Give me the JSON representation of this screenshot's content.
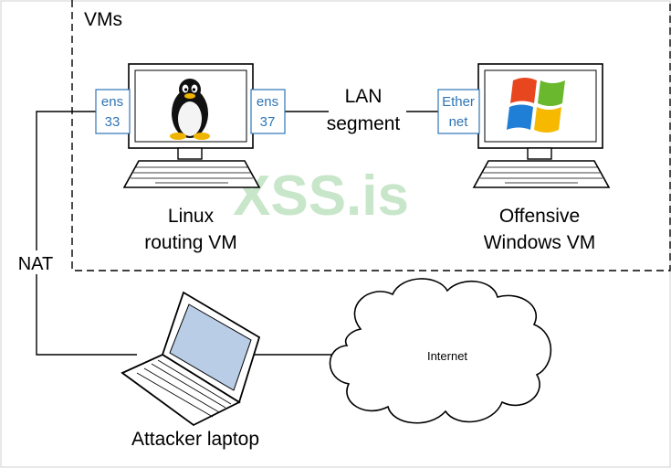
{
  "vms_group_label": "VMs",
  "linux_vm": {
    "label_line1": "Linux",
    "label_line2": "routing VM",
    "nic_left_line1": "ens",
    "nic_left_line2": "33",
    "nic_right_line1": "ens",
    "nic_right_line2": "37",
    "screen_icon": "tux-penguin-icon"
  },
  "windows_vm": {
    "label_line1": "Offensive",
    "label_line2": "Windows VM",
    "nic_line1": "Ether",
    "nic_line2": "net",
    "screen_icon": "windows-logo-icon"
  },
  "lan_label_line1": "LAN",
  "lan_label_line2": "segment",
  "nat_label": "NAT",
  "internet_label": "Internet",
  "attacker_label": "Attacker laptop",
  "watermark": "XSS.is",
  "colors": {
    "nic_border": "#2e75b6",
    "watermark": "#c8e6c9",
    "screen_blue": "#9fb8d8"
  }
}
